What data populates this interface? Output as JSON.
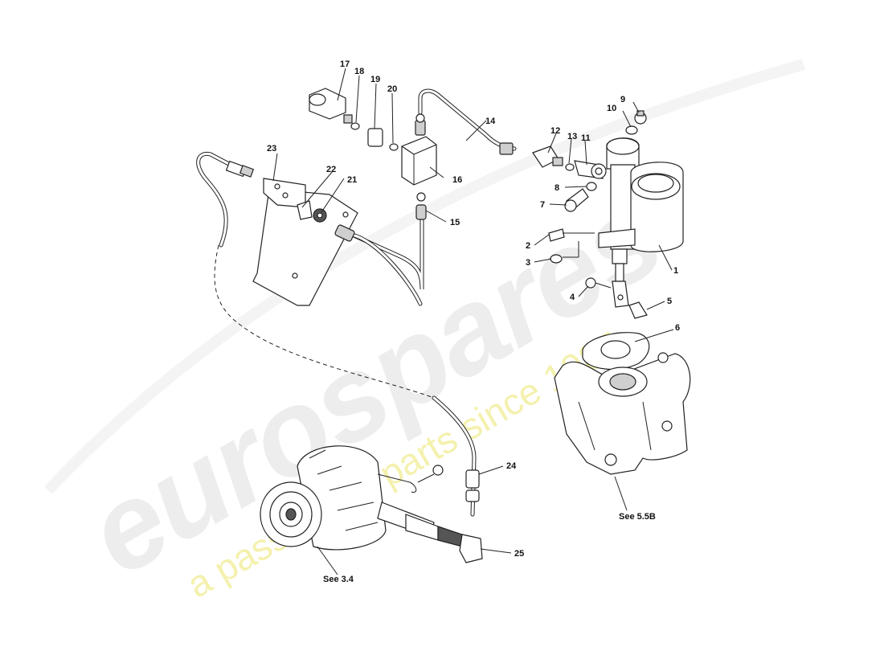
{
  "watermark": {
    "brand": "eurospares",
    "tagline": "a passion for parts since 1985",
    "brand_color": "#e8e8e8",
    "tagline_color": "#f3efa0"
  },
  "callouts": [
    {
      "id": "1",
      "text": "1"
    },
    {
      "id": "2",
      "text": "2"
    },
    {
      "id": "3",
      "text": "3"
    },
    {
      "id": "4",
      "text": "4"
    },
    {
      "id": "5",
      "text": "5"
    },
    {
      "id": "6",
      "text": "6"
    },
    {
      "id": "7",
      "text": "7"
    },
    {
      "id": "8",
      "text": "8"
    },
    {
      "id": "9",
      "text": "9"
    },
    {
      "id": "10",
      "text": "10"
    },
    {
      "id": "11",
      "text": "11"
    },
    {
      "id": "12",
      "text": "12"
    },
    {
      "id": "13",
      "text": "13"
    },
    {
      "id": "14",
      "text": "14"
    },
    {
      "id": "15",
      "text": "15"
    },
    {
      "id": "16",
      "text": "16"
    },
    {
      "id": "17",
      "text": "17"
    },
    {
      "id": "18",
      "text": "18"
    },
    {
      "id": "19",
      "text": "19"
    },
    {
      "id": "20",
      "text": "20"
    },
    {
      "id": "21",
      "text": "21"
    },
    {
      "id": "22",
      "text": "22"
    },
    {
      "id": "23",
      "text": "23"
    },
    {
      "id": "24",
      "text": "24"
    },
    {
      "id": "25",
      "text": "25"
    }
  ],
  "references": {
    "transmission": "See 5.5B",
    "slave_cylinder": "See 3.4"
  }
}
